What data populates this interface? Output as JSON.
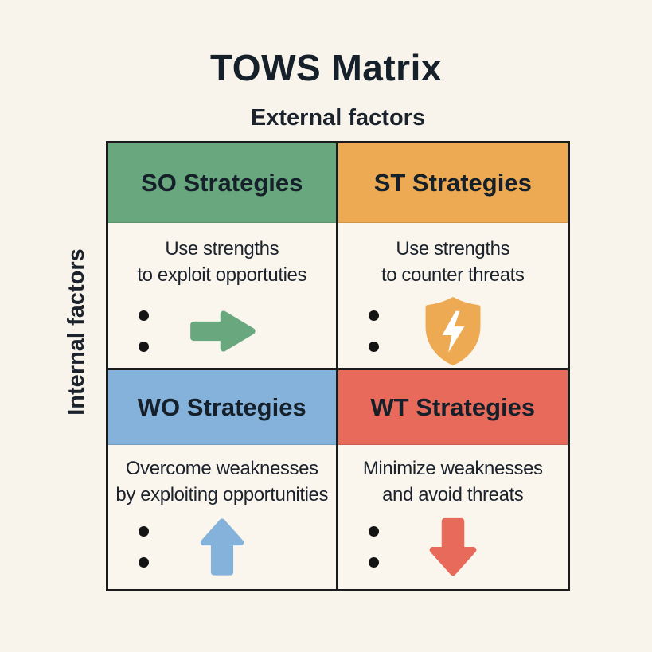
{
  "page": {
    "title": "TOWS Matrix",
    "external_axis_label": "External factors",
    "internal_axis_label": "Internal factors"
  },
  "colors": {
    "background": "#f8f4eb",
    "cell_body": "#faf6ee",
    "grid_border": "#1b1b1b",
    "text": "#1b222c",
    "green": "#69a87e",
    "orange": "#edaa52",
    "blue": "#85b2da",
    "red": "#e76a5b",
    "bolt_white": "#ffffff"
  },
  "cells": [
    {
      "id": "so",
      "title": "SO Strategies",
      "body_line1": "Use strengths",
      "body_line2": "to exploit opportuties",
      "icon": "arrow-right-icon",
      "header_color": "#69a87e"
    },
    {
      "id": "st",
      "title": "ST Strategies",
      "body_line1": "Use strengths",
      "body_line2": "to counter threats",
      "icon": "shield-bolt-icon",
      "header_color": "#edaa52"
    },
    {
      "id": "wo",
      "title": "WO Strategies",
      "body_line1": "Overcome weaknesses",
      "body_line2": "by exploiting opportunities",
      "icon": "arrow-up-icon",
      "header_color": "#85b2da"
    },
    {
      "id": "wt",
      "title": "WT Strategies",
      "body_line1": "Minimize weaknesses",
      "body_line2": "and avoid threats",
      "icon": "arrow-down-icon",
      "header_color": "#e76a5b"
    }
  ]
}
